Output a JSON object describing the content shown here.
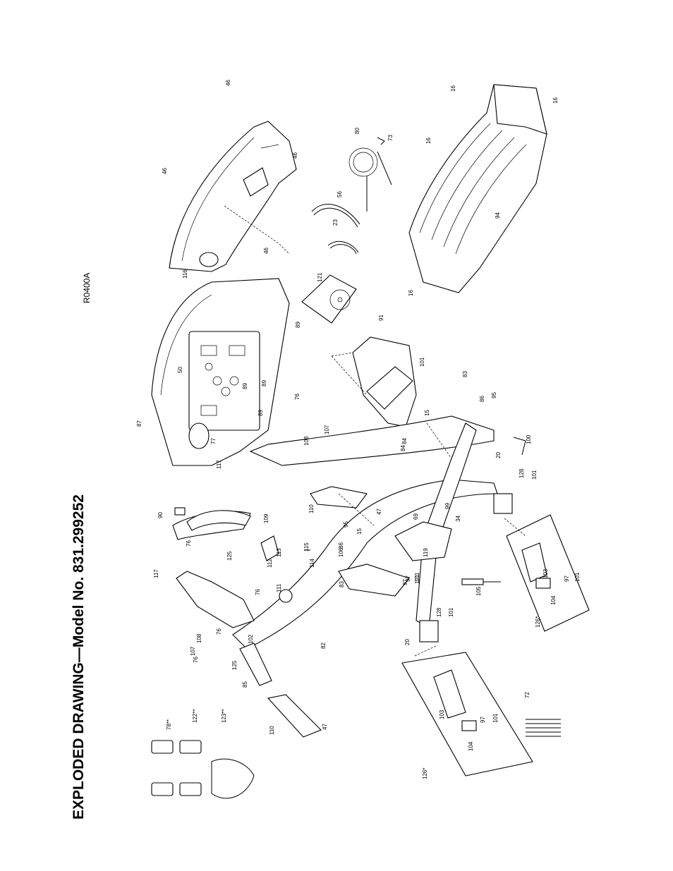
{
  "title": "EXPLODED DRAWING—Model No. 831.299252",
  "drawing_code": "R0400A",
  "callouts": [
    "46",
    "46",
    "46",
    "46",
    "116",
    "89",
    "89",
    "89",
    "89",
    "50",
    "87",
    "77",
    "76",
    "76",
    "117",
    "117",
    "107",
    "108",
    "106",
    "84",
    "83",
    "95",
    "86",
    "97",
    "101",
    "15",
    "15",
    "91",
    "101",
    "121",
    "80",
    "73",
    "56",
    "23",
    "16",
    "16",
    "16",
    "16",
    "94",
    "90",
    "109",
    "110",
    "110",
    "47",
    "47",
    "115",
    "113",
    "114",
    "112",
    "111",
    "125",
    "125",
    "76",
    "76",
    "76",
    "107",
    "108",
    "102",
    "85",
    "82",
    "20",
    "20",
    "128",
    "128",
    "101",
    "101",
    "84",
    "86",
    "83",
    "97",
    "101",
    "119",
    "34",
    "99",
    "69",
    "105",
    "95",
    "100",
    "103",
    "104",
    "101",
    "97",
    "126*",
    "126*",
    "103",
    "104",
    "101",
    "97",
    "72",
    "78**",
    "122**",
    "123**"
  ]
}
